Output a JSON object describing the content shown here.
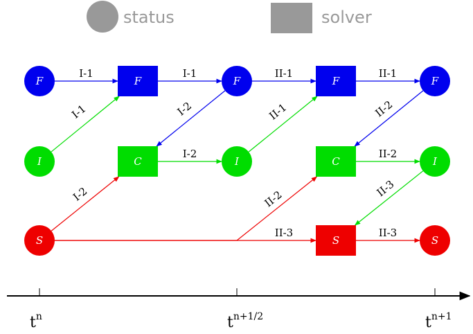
{
  "legend": {
    "status_label": "status",
    "solver_label": "solver",
    "color": "#999999"
  },
  "colors": {
    "F": "#0000ee",
    "I": "#00dd00",
    "S": "#ee0000"
  },
  "nodes": [
    {
      "id": "F0",
      "kind": "status",
      "label": "F",
      "color": "F"
    },
    {
      "id": "I0",
      "kind": "status",
      "label": "I",
      "color": "I"
    },
    {
      "id": "S0",
      "kind": "status",
      "label": "S",
      "color": "S"
    },
    {
      "id": "Fs1",
      "kind": "solver",
      "label": "F",
      "color": "F"
    },
    {
      "id": "Cs1",
      "kind": "solver",
      "label": "C",
      "color": "I"
    },
    {
      "id": "F1",
      "kind": "status",
      "label": "F",
      "color": "F"
    },
    {
      "id": "I1",
      "kind": "status",
      "label": "I",
      "color": "I"
    },
    {
      "id": "Fs2",
      "kind": "solver",
      "label": "F",
      "color": "F"
    },
    {
      "id": "Cs2",
      "kind": "solver",
      "label": "C",
      "color": "I"
    },
    {
      "id": "Ss2",
      "kind": "solver",
      "label": "S",
      "color": "S"
    },
    {
      "id": "F2",
      "kind": "status",
      "label": "F",
      "color": "F"
    },
    {
      "id": "I2",
      "kind": "status",
      "label": "I",
      "color": "I"
    },
    {
      "id": "S2",
      "kind": "status",
      "label": "S",
      "color": "S"
    }
  ],
  "edges": [
    {
      "id": "e1",
      "from": "F0",
      "to": "Fs1",
      "label": "I-1",
      "color": "F"
    },
    {
      "id": "e2",
      "from": "I0",
      "to": "Fs1",
      "label": "I-1",
      "color": "I"
    },
    {
      "id": "e3",
      "from": "Fs1",
      "to": "F1",
      "label": "I-1",
      "color": "F"
    },
    {
      "id": "e4",
      "from": "F1",
      "to": "Cs1",
      "label": "I-2",
      "color": "F"
    },
    {
      "id": "e5",
      "from": "S0",
      "to": "Cs1",
      "label": "I-2",
      "color": "S"
    },
    {
      "id": "e6",
      "from": "Cs1",
      "to": "I1",
      "label": "I-2",
      "color": "I"
    },
    {
      "id": "e7",
      "from": "F1",
      "to": "Fs2",
      "label": "II-1",
      "color": "F"
    },
    {
      "id": "e8",
      "from": "I1",
      "to": "Fs2",
      "label": "II-1",
      "color": "I"
    },
    {
      "id": "e9",
      "from": "Fs2",
      "to": "F2",
      "label": "II-1",
      "color": "F"
    },
    {
      "id": "e10",
      "from": "F2",
      "to": "Cs2",
      "label": "II-2",
      "color": "F"
    },
    {
      "id": "e11",
      "from": "S0",
      "to": "Cs2",
      "label": "II-2",
      "color": "S"
    },
    {
      "id": "e12",
      "from": "Cs2",
      "to": "I2",
      "label": "II-2",
      "color": "I"
    },
    {
      "id": "e13",
      "from": "I2",
      "to": "Ss2",
      "label": "II-3",
      "color": "I"
    },
    {
      "id": "e14",
      "from": "S0",
      "to": "Ss2",
      "label": "II-3",
      "color": "S"
    },
    {
      "id": "e15",
      "from": "Ss2",
      "to": "S2",
      "label": "II-3",
      "color": "S"
    }
  ],
  "axis": {
    "ticks": [
      {
        "base": "t",
        "sup": "n"
      },
      {
        "base": "t",
        "sup": "n+1/2"
      },
      {
        "base": "t",
        "sup": "n+1"
      }
    ]
  }
}
